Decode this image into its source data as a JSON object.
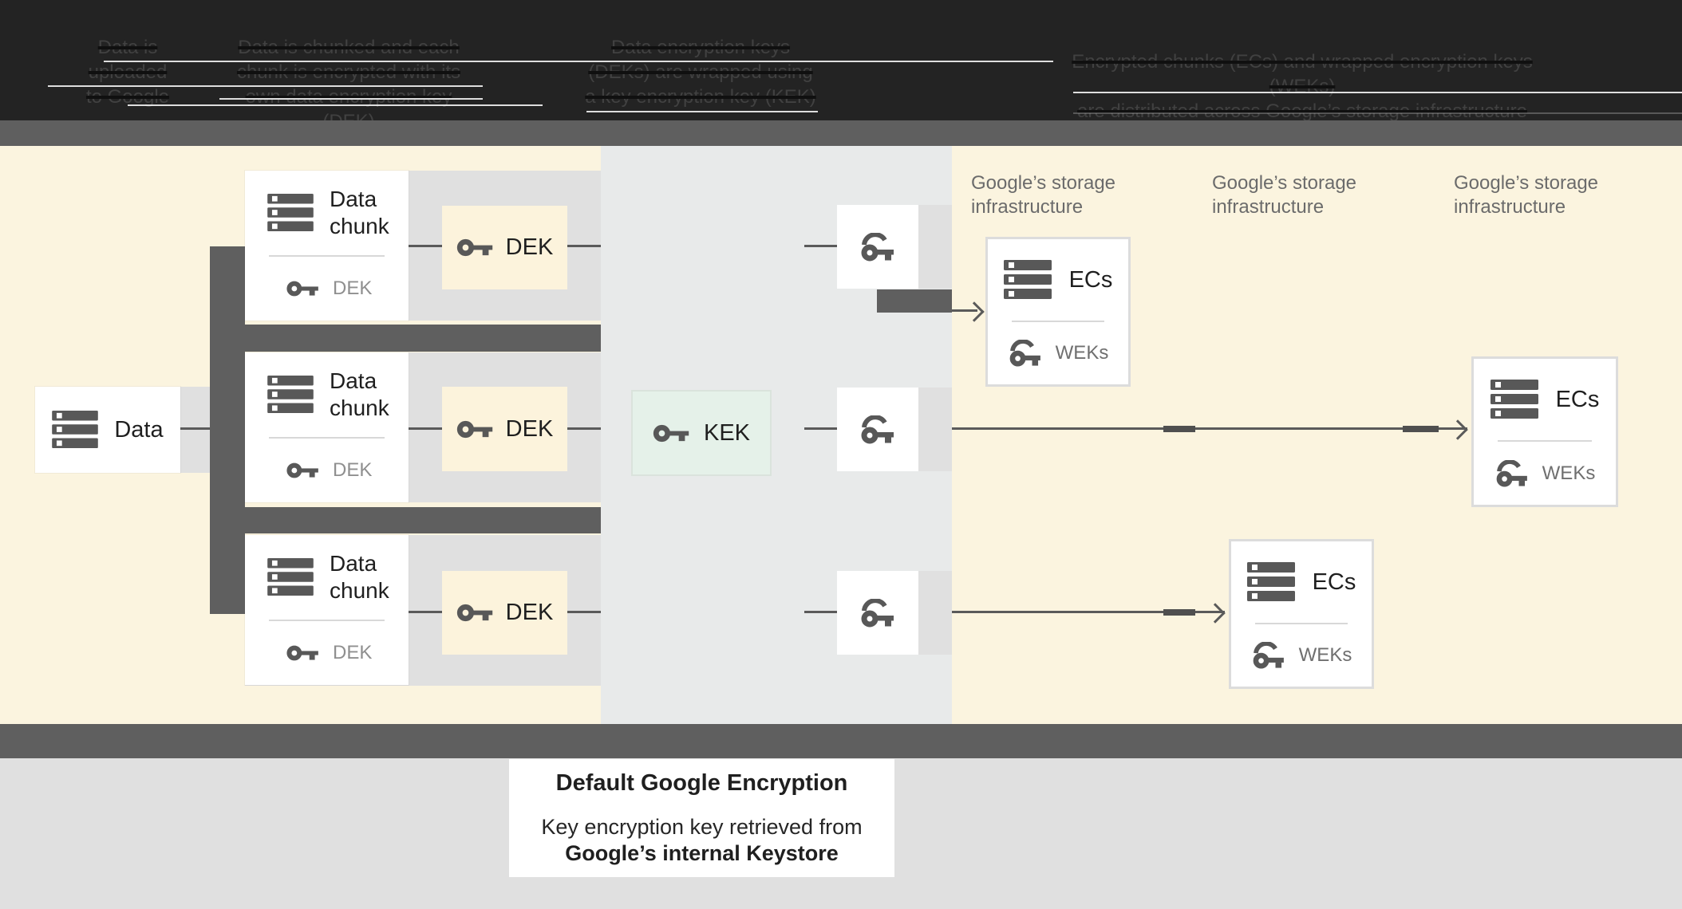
{
  "header": {
    "steps": [
      {
        "lines": [
          "Data is",
          "uploaded",
          "to Google"
        ]
      },
      {
        "lines": [
          "Data is chunked and each",
          "chunk is encrypted with its",
          "own data encryption key (DEK)"
        ]
      },
      {
        "lines": [
          "Data encryption keys",
          "(DEKs) are wrapped using",
          "a key encryption key (KEK)"
        ]
      },
      {
        "lines": [
          "Encrypted chunks (ECs) and wrapped encryption keys (WEKs)",
          "are distributed across Google’s storage infrastructure"
        ]
      }
    ]
  },
  "diagram": {
    "data_box": {
      "label": "Data",
      "icon": "server-icon"
    },
    "chunks": [
      {
        "title": "Data chunk",
        "key_label": "DEK",
        "icon": "server-icon",
        "key_icon": "key-icon"
      },
      {
        "title": "Data chunk",
        "key_label": "DEK",
        "icon": "server-icon",
        "key_icon": "key-icon"
      },
      {
        "title": "Data chunk",
        "key_label": "DEK",
        "icon": "server-icon",
        "key_icon": "key-icon"
      }
    ],
    "dek_labels": [
      "DEK",
      "DEK",
      "DEK"
    ],
    "kek": {
      "label": "KEK",
      "icon": "key-icon"
    },
    "key_boxes": [
      {
        "icon": "wrapped-key-icon"
      },
      {
        "icon": "wrapped-key-icon"
      },
      {
        "icon": "wrapped-key-icon"
      }
    ],
    "storage_labels": [
      "Google’s storage infrastructure",
      "Google’s storage infrastructure",
      "Google’s storage infrastructure"
    ],
    "ecs": [
      {
        "title": "ECs",
        "key_label": "WEKs",
        "icon": "server-icon",
        "key_icon": "wrapped-key-icon"
      },
      {
        "title": "ECs",
        "key_label": "WEKs",
        "icon": "server-icon",
        "key_icon": "wrapped-key-icon"
      },
      {
        "title": "ECs",
        "key_label": "WEKs",
        "icon": "server-icon",
        "key_icon": "wrapped-key-icon"
      }
    ]
  },
  "caption": {
    "title": "Default Google Encryption",
    "body": "Key encryption key retrieved from",
    "body_bold": "Google’s internal Keystore"
  },
  "colors": {
    "header_black": "#232323",
    "band_dark": "#5F5F5F",
    "cream": "#FBF4DF",
    "kek_panel_gray": "#E8EAEA",
    "row_gray": "#E0E0E0",
    "dek_cream": "#FCF3DC",
    "kek_green": "#E5F1E9",
    "footer_gray": "#E0E0E0",
    "icon_gray": "#585858"
  }
}
